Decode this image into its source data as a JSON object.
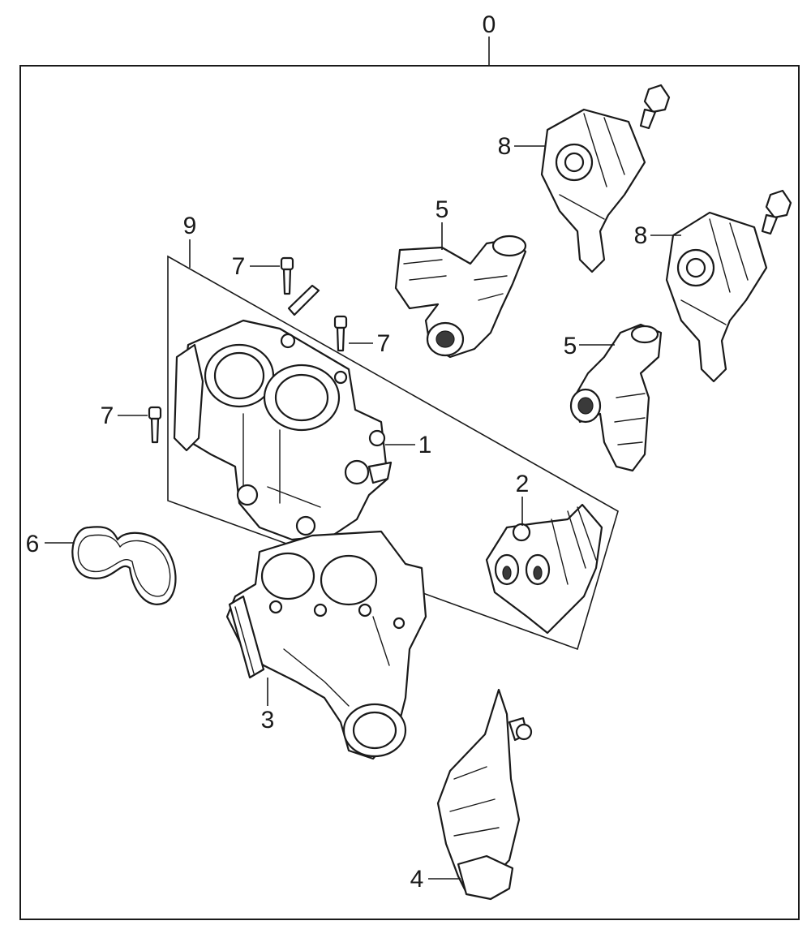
{
  "colors": {
    "line": "#1a1a1a",
    "background": "#ffffff",
    "shade": "#c8c8c8"
  },
  "callouts": {
    "assembly": "0",
    "throttle_body": "1",
    "sensor": "2",
    "intake_manifold": "3",
    "actuator": "4",
    "injector_upper": "5",
    "injector_lower": "5",
    "gasket": "6",
    "screw_top": "7",
    "screw_mid": "7",
    "screw_left": "7",
    "ignition_coil_upper": "8",
    "ignition_coil_lower": "8",
    "kit": "9"
  }
}
